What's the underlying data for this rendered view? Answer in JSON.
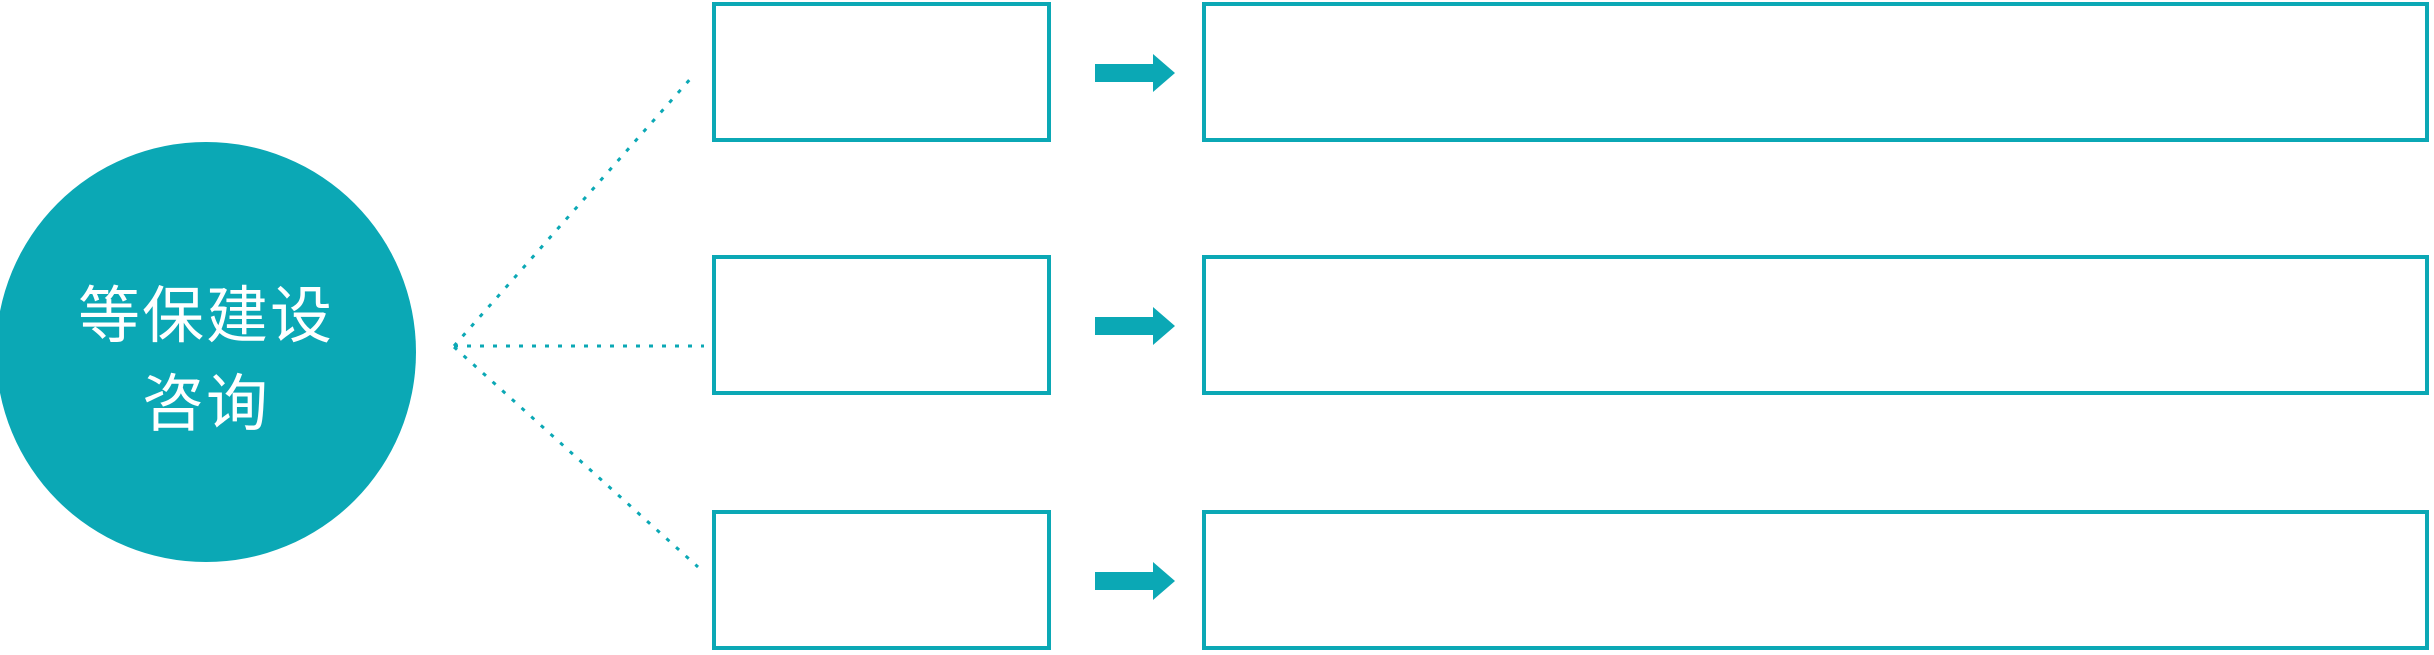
{
  "colors": {
    "accent": "#0ba8b5",
    "background": "#ffffff",
    "topic_text_color": "#ffffff"
  },
  "diagram": {
    "topic_circle": {
      "line1": "等保建设",
      "line2": "咨询"
    },
    "rows": [
      {
        "category_label": "",
        "description_label": "",
        "arrow_icon": "arrow-right"
      },
      {
        "category_label": "",
        "description_label": "",
        "arrow_icon": "arrow-right"
      },
      {
        "category_label": "",
        "description_label": "",
        "arrow_icon": "arrow-right"
      }
    ]
  }
}
